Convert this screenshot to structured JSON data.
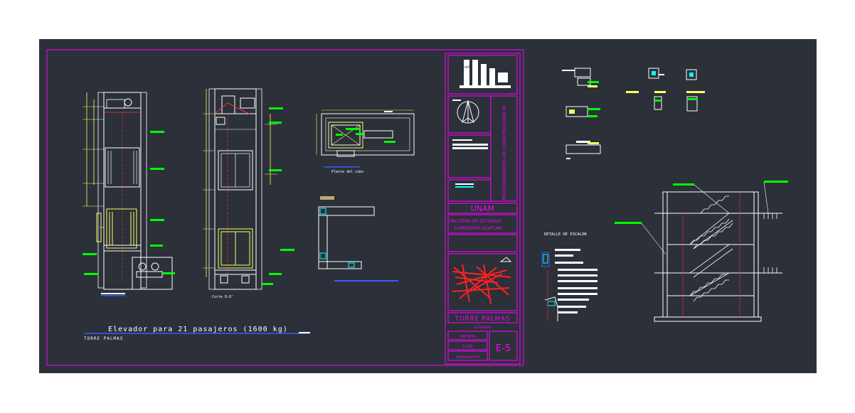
{
  "colors": {
    "background_page": "#ffffff",
    "model_space": "#2b3039",
    "frame": "#ff00ff",
    "green": "#00ff00",
    "yellow": "#ffff66",
    "white": "#ffffff",
    "red": "#ff3333",
    "blue": "#3b5bff",
    "cyan": "#00ffff",
    "gray": "#c0c0c0"
  },
  "sheet": {
    "title": "Elevador para 21 pasajeros (1600 kg)",
    "subtitle": "TORRE PALMAS",
    "label_plan": "Planta del cubo",
    "label_section": "Corte D-D'"
  },
  "title_block": {
    "logo_text": "UNAM",
    "vertical_text": "PROCEDIMIENTOS DE CONSTRUCCION IV",
    "institution": "UNAM",
    "faculty_line1": "FACULTAD DE ESTUDIOS",
    "faculty_line2": "SUPERIORES ACATLAN",
    "project": "TORRE PALMAS",
    "drawing": "ELEVADOR",
    "units": "METROS",
    "scale": "1:100",
    "date": "20/Abril/2014",
    "sheet_number": "E-5"
  },
  "right_panel": {
    "stair_detail_title": "DETALLE DE ESCALÓN"
  }
}
